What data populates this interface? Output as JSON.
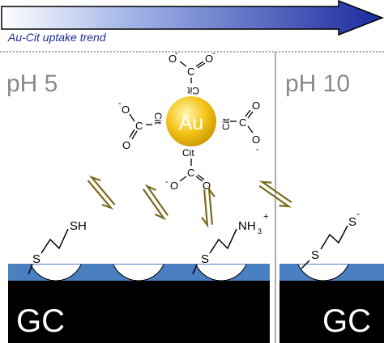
{
  "trend": {
    "label": "Au-Cit uptake trend",
    "arrow_color_start": "#ffffff",
    "arrow_color_end": "#1b2a9f"
  },
  "panels": {
    "left": {
      "ph_label": "pH 5",
      "substrate_label": "GC"
    },
    "right": {
      "ph_label": "pH 10",
      "substrate_label": "GC"
    }
  },
  "nanoparticle": {
    "core_label": "Au",
    "core_color": "#f5c518",
    "ligand_label": "Cit",
    "carboxylate": {
      "carbon": "C",
      "oxygen": "O",
      "charge": "-"
    }
  },
  "surface_groups": {
    "thiol": {
      "sulfur": "S",
      "terminal": "SH"
    },
    "amine": {
      "sulfur": "S",
      "terminal": "NH",
      "subscript": "3",
      "charge": "+"
    },
    "thiolate": {
      "sulfur": "S",
      "charge": "-"
    }
  },
  "colors": {
    "ph_text": "#8a8a8a",
    "surface_layer": "#4a7fc1",
    "substrate": "#000000",
    "exchange_arrow": "#7a6a1c"
  }
}
